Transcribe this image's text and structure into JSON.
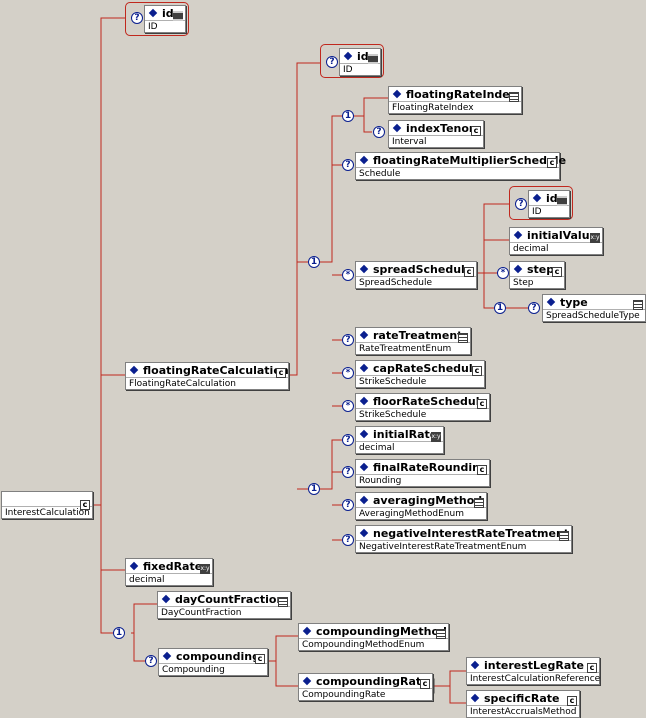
{
  "root": {
    "name": "",
    "type": "InterestCalculation"
  },
  "nodes": {
    "id_root": {
      "name": "id",
      "type": "ID"
    },
    "floatingRateCalculation": {
      "name": "floatingRateCalculation",
      "type": "FloatingRateCalculation"
    },
    "id_frc": {
      "name": "id",
      "type": "ID"
    },
    "floatingRateIndex": {
      "name": "floatingRateIndex",
      "type": "FloatingRateIndex"
    },
    "indexTenor": {
      "name": "indexTenor",
      "type": "Interval"
    },
    "floatingRateMultiplierSchedule": {
      "name": "floatingRateMultiplierSchedule",
      "type": "Schedule"
    },
    "spreadSchedule": {
      "name": "spreadSchedule",
      "type": "SpreadSchedule"
    },
    "id_ss": {
      "name": "id",
      "type": "ID"
    },
    "initialValue": {
      "name": "initialValue",
      "type": "decimal"
    },
    "step": {
      "name": "step",
      "type": "Step"
    },
    "type": {
      "name": "type",
      "type": "SpreadScheduleType"
    },
    "rateTreatment": {
      "name": "rateTreatment",
      "type": "RateTreatmentEnum"
    },
    "capRateSchedule": {
      "name": "capRateSchedule",
      "type": "StrikeSchedule"
    },
    "floorRateSchedule": {
      "name": "floorRateSchedule",
      "type": "StrikeSchedule"
    },
    "initialRate": {
      "name": "initialRate",
      "type": "decimal"
    },
    "finalRateRounding": {
      "name": "finalRateRounding",
      "type": "Rounding"
    },
    "averagingMethod": {
      "name": "averagingMethod",
      "type": "AveragingMethodEnum"
    },
    "negativeInterestRateTreatment": {
      "name": "negativeInterestRateTreatment",
      "type": "NegativeInterestRateTreatmentEnum"
    },
    "fixedRate": {
      "name": "fixedRate",
      "type": "decimal"
    },
    "dayCountFraction": {
      "name": "dayCountFraction",
      "type": "DayCountFraction"
    },
    "compounding": {
      "name": "compounding",
      "type": "Compounding"
    },
    "compoundingMethod": {
      "name": "compoundingMethod",
      "type": "CompoundingMethodEnum"
    },
    "compoundingRate": {
      "name": "compoundingRate",
      "type": "CompoundingRate"
    },
    "interestLegRate": {
      "name": "interestLegRate",
      "type": "InterestCalculationReference"
    },
    "specificRate": {
      "name": "specificRate",
      "type": "InterestAccrualsMethod"
    }
  },
  "markers": {
    "optional": "?",
    "one": "1",
    "unbounded": "*"
  },
  "colors": {
    "background": "#d4d0c8",
    "wire": "#c0281e",
    "diamond": "#0a1f8f",
    "marker": "#0a1f8f"
  }
}
